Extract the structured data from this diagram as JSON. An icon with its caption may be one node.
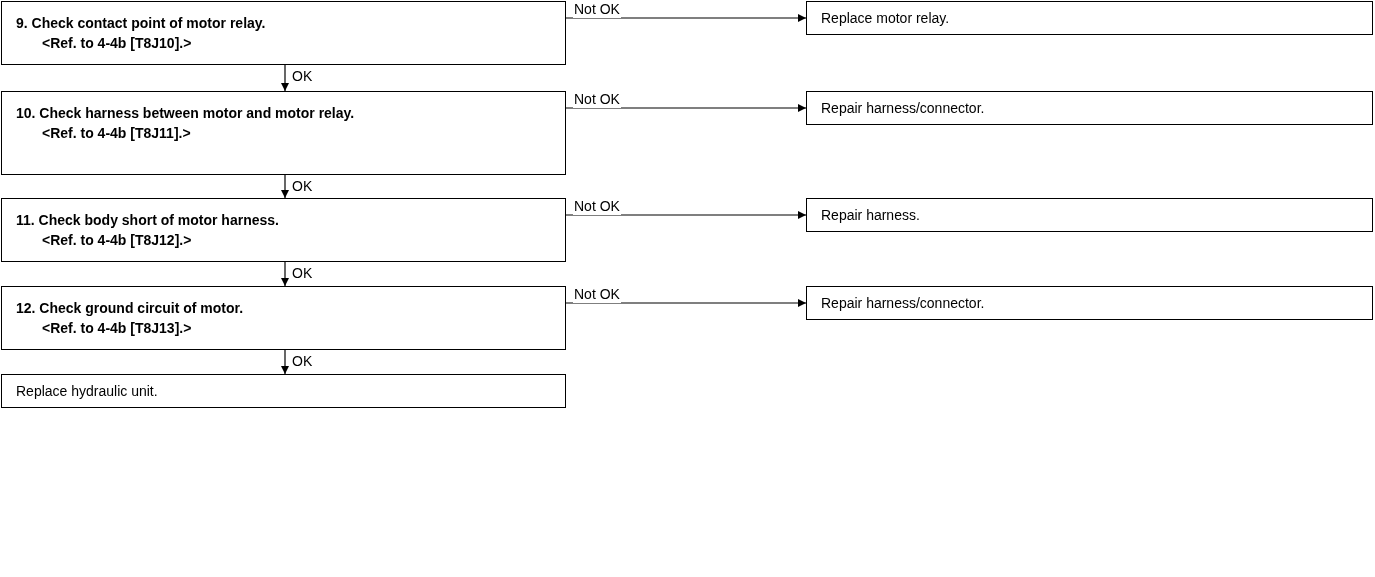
{
  "diagram": {
    "nodes": [
      {
        "text": [
          "9. Check contact point of motor relay.",
          "<Ref. to 4-4b [T8J10].>"
        ]
      },
      {
        "text": [
          "Replace motor relay."
        ]
      },
      {
        "text": [
          "10. Check harness between motor and motor relay.",
          "<Ref. to 4-4b [T8J11].>"
        ]
      },
      {
        "text": [
          "Repair harness/connector."
        ]
      },
      {
        "text": [
          "11. Check body short of motor harness.",
          "<Ref. to 4-4b [T8J12].>"
        ]
      },
      {
        "text": [
          "Repair harness."
        ]
      },
      {
        "text": [
          "12. Check ground circuit of motor.",
          "<Ref. to 4-4b [T8J13].>"
        ]
      },
      {
        "text": [
          "Repair harness/connector."
        ]
      },
      {
        "text": [
          "Replace hydraulic unit."
        ]
      }
    ],
    "edges": [
      {
        "from": 0,
        "to": 1,
        "arrow": "to",
        "label": "Not OK"
      },
      {
        "from": 0,
        "to": 2,
        "arrow": "to",
        "label": "OK"
      },
      {
        "from": 2,
        "to": 3,
        "arrow": "to",
        "label": "Not OK"
      },
      {
        "from": 2,
        "to": 4,
        "arrow": "to",
        "label": "OK"
      },
      {
        "from": 4,
        "to": 5,
        "arrow": "to",
        "label": "Not OK"
      },
      {
        "from": 4,
        "to": 6,
        "arrow": "to",
        "label": "OK"
      },
      {
        "from": 6,
        "to": 7,
        "arrow": "to",
        "label": "Not OK"
      },
      {
        "from": 6,
        "to": 8,
        "arrow": "to",
        "label": "OK"
      }
    ]
  }
}
